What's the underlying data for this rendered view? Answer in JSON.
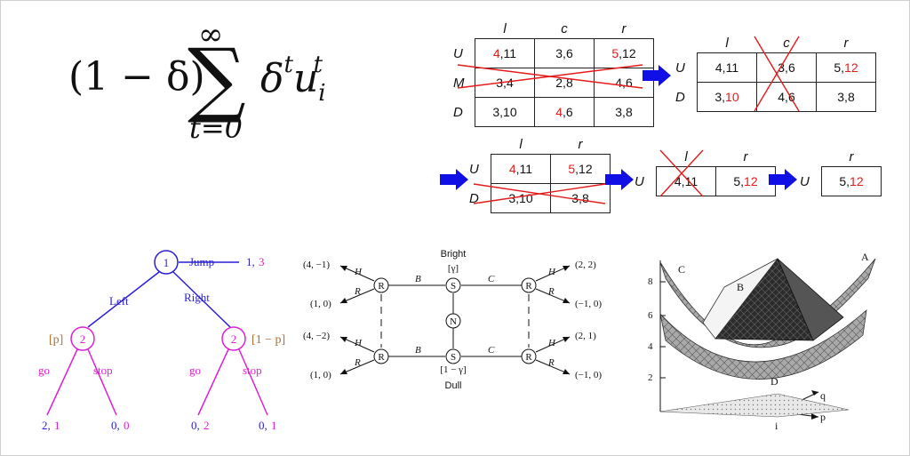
{
  "formula": {
    "prefix": "(1 − δ)",
    "sum_top": "∞",
    "sum_bottom": "t=0",
    "delta": "δ",
    "exp_t": "t",
    "u": "u",
    "sub_i": "i",
    "exp_t2": "t"
  },
  "games": {
    "g1": {
      "cols": [
        "l",
        "c",
        "r"
      ],
      "rows": [
        {
          "label": "U",
          "cells": [
            [
              "4",
              ",11"
            ],
            [
              "3,6",
              ""
            ],
            [
              "5",
              ",12"
            ]
          ],
          "red": [
            [
              true,
              false
            ],
            [
              false,
              false
            ],
            [
              true,
              false
            ]
          ]
        },
        {
          "label": "M",
          "cells": [
            [
              "3,4",
              ""
            ],
            [
              "2,8",
              ""
            ],
            [
              "4,6",
              ""
            ]
          ],
          "red": [
            [
              false,
              false
            ],
            [
              false,
              false
            ],
            [
              false,
              false
            ]
          ]
        },
        {
          "label": "D",
          "cells": [
            [
              "3,10",
              ""
            ],
            [
              "4",
              ",6"
            ],
            [
              "3,8",
              ""
            ]
          ],
          "red": [
            [
              false,
              false
            ],
            [
              true,
              false
            ],
            [
              false,
              false
            ]
          ]
        }
      ]
    },
    "g2": {
      "cols": [
        "l",
        "c",
        "r"
      ],
      "rows": [
        {
          "label": "U",
          "cells": [
            [
              "4,11",
              ""
            ],
            [
              "3,6",
              ""
            ],
            [
              "5,",
              "12"
            ]
          ],
          "red": [
            [
              false,
              false
            ],
            [
              false,
              false
            ],
            [
              false,
              true
            ]
          ]
        },
        {
          "label": "D",
          "cells": [
            [
              "3,",
              "10"
            ],
            [
              "4,6",
              ""
            ],
            [
              "3,8",
              ""
            ]
          ],
          "red": [
            [
              false,
              true
            ],
            [
              false,
              false
            ],
            [
              false,
              false
            ]
          ]
        }
      ]
    },
    "g3": {
      "cols": [
        "l",
        "r"
      ],
      "rows": [
        {
          "label": "U",
          "cells": [
            [
              "4",
              ",11"
            ],
            [
              "5",
              ",12"
            ]
          ],
          "red": [
            [
              true,
              false
            ],
            [
              true,
              false
            ]
          ]
        },
        {
          "label": "D",
          "cells": [
            [
              "3,10",
              ""
            ],
            [
              "3,8",
              ""
            ]
          ],
          "red": [
            [
              false,
              false
            ],
            [
              false,
              false
            ]
          ]
        }
      ]
    },
    "g4": {
      "cols": [
        "l",
        "r"
      ],
      "rows": [
        {
          "label": "U",
          "cells": [
            [
              "4,11",
              ""
            ],
            [
              "5,",
              "12"
            ]
          ],
          "red": [
            [
              false,
              false
            ],
            [
              false,
              true
            ]
          ]
        }
      ]
    },
    "g5": {
      "cols": [
        "r"
      ],
      "rows": [
        {
          "label": "U",
          "cells": [
            [
              "5,",
              "12"
            ]
          ],
          "red": [
            [
              false,
              true
            ]
          ]
        }
      ]
    }
  },
  "colors": {
    "arrow": "#1010e6",
    "red": "#e31b1b",
    "tree_p1": "#2a1fd6",
    "tree_p2": "#e020d0",
    "prob": "#b07030"
  },
  "tree": {
    "root": "1",
    "jump": "Jump",
    "jump_payoff_a": "1,",
    "jump_payoff_b": "3",
    "left": "Left",
    "right": "Right",
    "node_left": "2",
    "node_right": "2",
    "prob_left": "[p]",
    "prob_right": "[1 − p]",
    "go": "go",
    "stop": "stop",
    "leaves": [
      [
        "2,",
        "1"
      ],
      [
        "0,",
        "0"
      ],
      [
        "0,",
        "2"
      ],
      [
        "0,",
        "1"
      ]
    ]
  },
  "signal": {
    "bright": "Bright",
    "gamma": "[γ]",
    "one_minus_gamma": "[1 − γ]",
    "dull": "Dull",
    "nature": "N",
    "sender": "S",
    "receiver": "R",
    "B": "B",
    "C": "C",
    "H": "H",
    "R": "R",
    "left_top": [
      "(4, −1)",
      "(1, 0)"
    ],
    "left_bottom": [
      "(4, −2)",
      "(1, 0)"
    ],
    "right_top": [
      "(2, 2)",
      "(−1, 0)"
    ],
    "right_bottom": [
      "(2, 1)",
      "(−1, 0)"
    ]
  },
  "surface": {
    "yticks": [
      "2",
      "4",
      "6",
      "8"
    ],
    "labels": {
      "A": "A",
      "B": "B",
      "C": "C",
      "D": "D",
      "q": "q",
      "p": "p",
      "i": "i"
    }
  }
}
